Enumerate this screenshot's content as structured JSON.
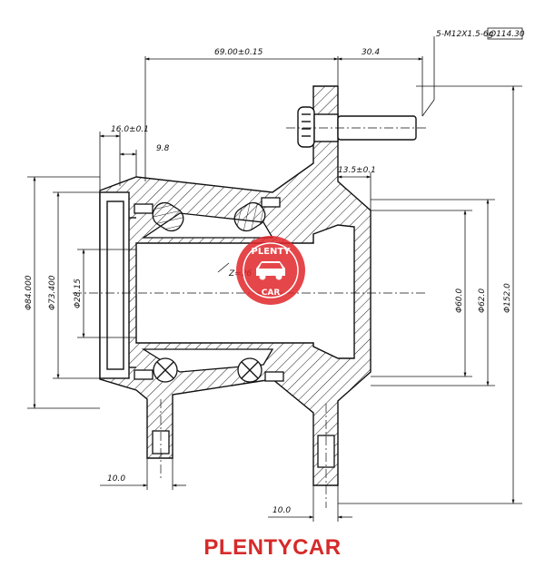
{
  "drawing": {
    "thread_spec": "5-M12X1.5-6g",
    "pcd": "O114.30",
    "dim_flange_to_stud": "69.00±0.15",
    "dim_stud_length": "30.4",
    "dim_outer_width": "16.0±0.1",
    "dim_inner_offset": "9.8",
    "dim_hub_step": "13.5±0.1",
    "dia_84": "Φ84.000",
    "dia_73": "Φ73.400",
    "dia_28": "Φ28.15",
    "spline_teeth": "Z=26",
    "dia_60": "Φ60.0",
    "dia_62": "Φ62.0",
    "dia_152": "Φ152.0",
    "dim_ear_left": "10.0",
    "dim_ear_right": "10.0"
  },
  "watermark": {
    "top_text": "PLENTY",
    "bottom_text": "CAR",
    "color": "#e0262a"
  },
  "caption": {
    "text": "PLENTYCAR",
    "color": "#d62a2a"
  }
}
